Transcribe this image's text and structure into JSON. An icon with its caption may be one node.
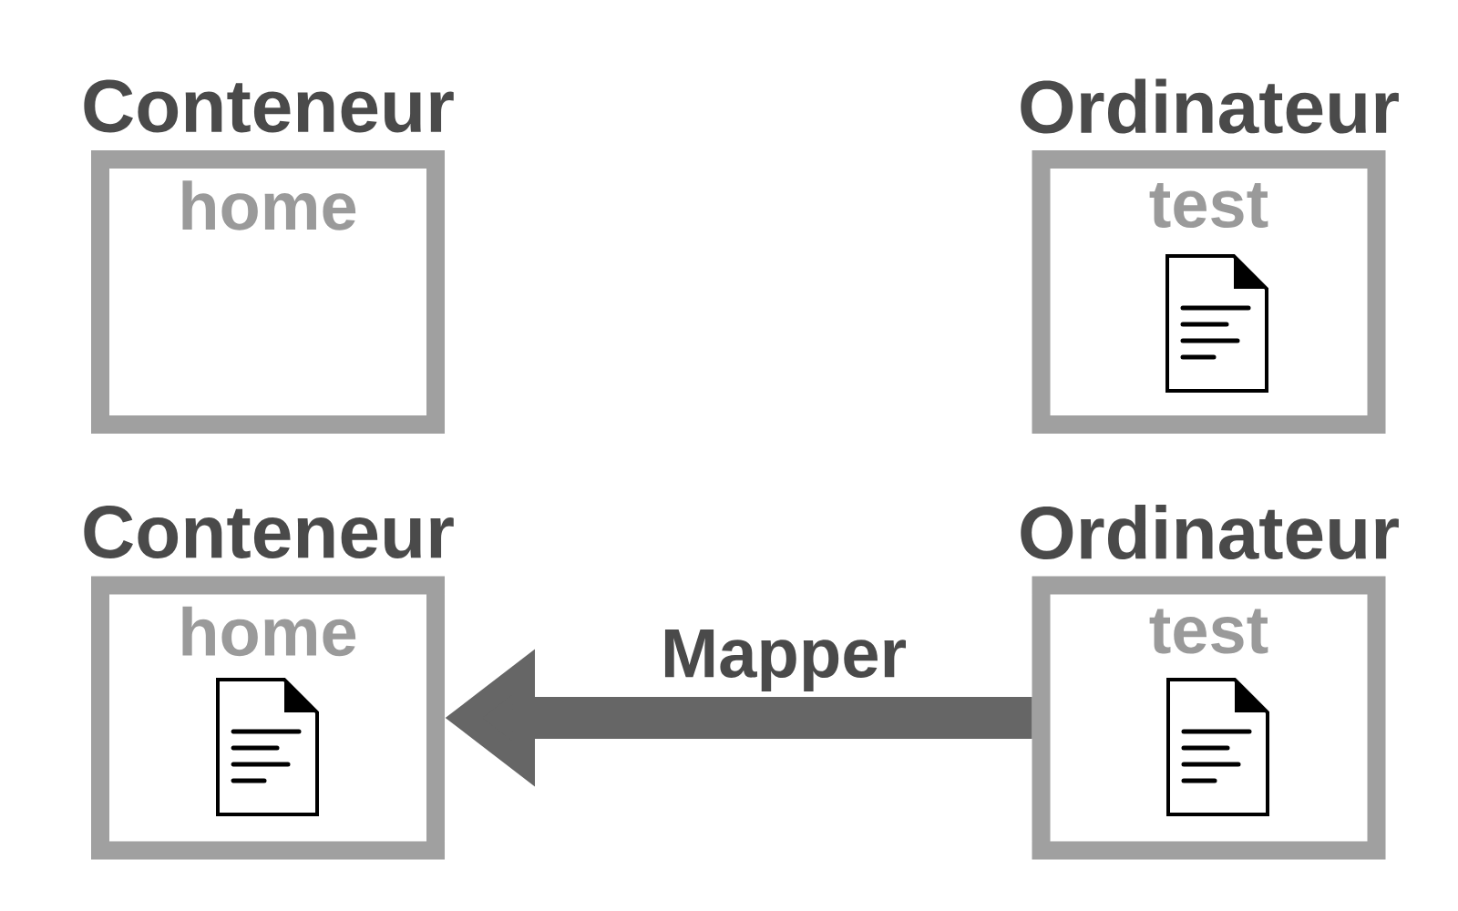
{
  "diagram": {
    "nodes": [
      {
        "text": [
          "Conteneur",
          "home"
        ]
      },
      {
        "text": [
          "Ordinateur",
          "test"
        ]
      },
      {
        "text": [
          "Conteneur",
          "home"
        ]
      },
      {
        "text": [
          "Ordinateur",
          "test"
        ]
      }
    ],
    "edges": [
      {
        "from": 3,
        "to": 2,
        "arrow": "to",
        "label": "Mapper"
      }
    ]
  }
}
